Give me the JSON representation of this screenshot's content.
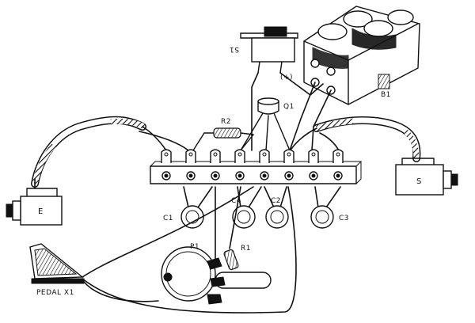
{
  "diagram": {
    "labels": {
      "s1": "S1",
      "b1": "B1",
      "plus": "(+)",
      "q1": "Q1",
      "r2": "R2",
      "c1": "C1",
      "c4": "C4",
      "c2": "C2",
      "c3": "C3",
      "p1": "P1",
      "r1": "R1",
      "e": "E",
      "s": "S",
      "pedal": "PEDAL X1"
    },
    "terminal_strip": {
      "lugs": 8
    }
  }
}
